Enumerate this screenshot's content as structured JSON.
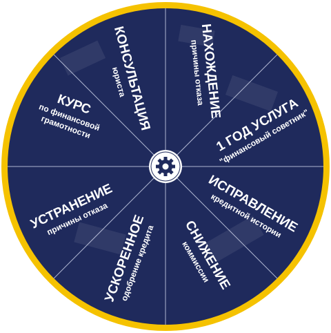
{
  "wheel": {
    "colors": {
      "rim": "#f5c200",
      "face": "#1f2a5c",
      "divider": "#c9cfe6",
      "hub": "#ffffff",
      "gear": "#1f2a5c"
    },
    "center_icon": "gear-icon",
    "segments": [
      {
        "title": "НАХОЖДЕНИЕ",
        "subtitle": "причины отказа"
      },
      {
        "title": "1 ГОД УСЛУГА",
        "subtitle": "\"финансовый советник\""
      },
      {
        "title": "ИСПРАВЛЕНИЕ",
        "subtitle": "кредитной истории"
      },
      {
        "title": "СНИЖЕНИЕ",
        "subtitle": "коммиссии"
      },
      {
        "title": "УСКОРЕННОЕ",
        "subtitle": "одобрение кредита"
      },
      {
        "title": "УСТРАНЕНИЕ",
        "subtitle": "причины отказа"
      },
      {
        "title": "КУРС",
        "subtitle_lines": [
          "по финансовой",
          "грамотности"
        ]
      },
      {
        "title": "КОНСУЛЬТАЦИЯ",
        "subtitle": "юриста"
      }
    ]
  }
}
